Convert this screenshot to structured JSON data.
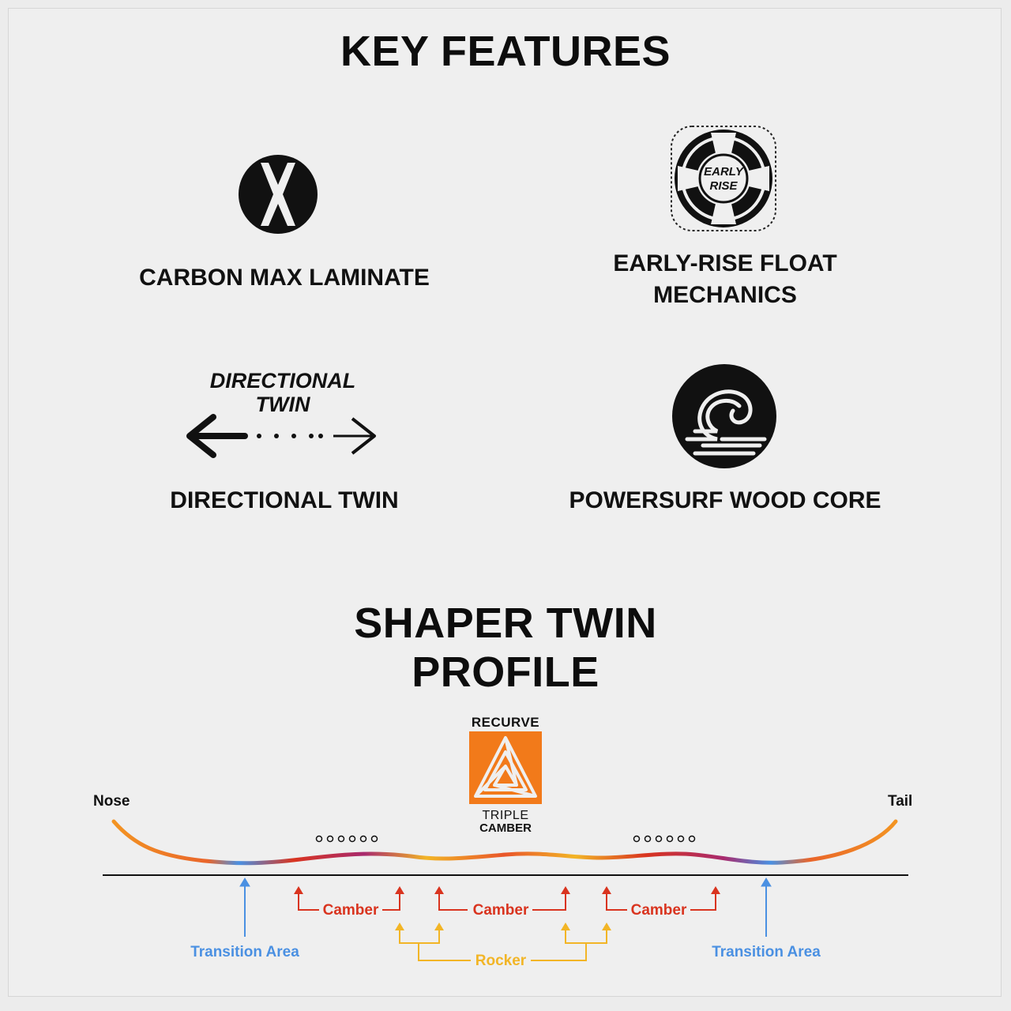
{
  "header": {
    "title": "KEY FEATURES"
  },
  "features": [
    {
      "label": "CARBON MAX LAMINATE",
      "icon": "carbon-x-icon"
    },
    {
      "label_line1": "EARLY-RISE FLOAT",
      "label_line2": "MECHANICS",
      "icon": "life-ring-icon",
      "badge_line1": "EARLY",
      "badge_line2": "RISE"
    },
    {
      "label": "DIRECTIONAL TWIN",
      "icon": "directional-arrows-icon",
      "icon_text_line1": "DIRECTIONAL",
      "icon_text_line2": "TWIN"
    },
    {
      "label": "POWERSURF WOOD CORE",
      "icon": "wave-icon"
    }
  ],
  "profile": {
    "title_line1": "SHAPER TWIN",
    "title_line2": "PROFILE",
    "logo": {
      "top_text": "RECURVE",
      "bottom_text1": "TRIPLE",
      "bottom_text2": "CAMBER",
      "color": "#f27a1a"
    },
    "nose_label": "Nose",
    "tail_label": "Tail",
    "camber_labels": [
      "Camber",
      "Camber",
      "Camber"
    ],
    "rocker_label": "Rocker",
    "transition_left": "Transition Area",
    "transition_right": "Transition Area",
    "colors": {
      "camber": "#d9341f",
      "rocker": "#f2b526",
      "transition": "#4a90e2",
      "nose_tail": "#f0831e"
    }
  }
}
